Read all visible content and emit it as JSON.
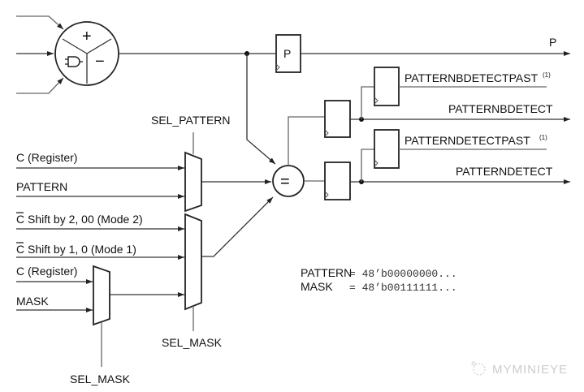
{
  "diagram": {
    "alu": {
      "ops": [
        "+",
        "−"
      ],
      "gate": "and-gate"
    },
    "p_register": {
      "label": "P"
    },
    "outputs": {
      "p": "P",
      "patternbdetectpast": "PATTERNBDETECTPAST",
      "patternbdetectpast_note": "(1)",
      "patternbdetect": "PATTERNBDETECT",
      "patterndetectpast": "PATTERNDETECTPAST",
      "patterndetectpast_note": "(1)",
      "patterndetect": "PATTERNDETECT"
    },
    "comparator": {
      "symbol": "="
    },
    "pattern_mux": {
      "select": "SEL_PATTERN",
      "inputs": [
        "C (Register)",
        "PATTERN"
      ]
    },
    "mask_mux": {
      "select": "SEL_MASK",
      "inputs": [
        "C",
        " Shift by 2, 00 (Mode 2)",
        "C",
        " Shift by 1, 0 (Mode 1)"
      ]
    },
    "mask_src_mux": {
      "select": "SEL_MASK",
      "inputs": [
        "C (Register)",
        "MASK"
      ]
    },
    "settings": [
      {
        "name": "PATTERN",
        "value": "= 48’b00000000..."
      },
      {
        "name": "MASK",
        "value": "= 48’b00111111..."
      }
    ],
    "watermark": "MYMINIEYE"
  }
}
